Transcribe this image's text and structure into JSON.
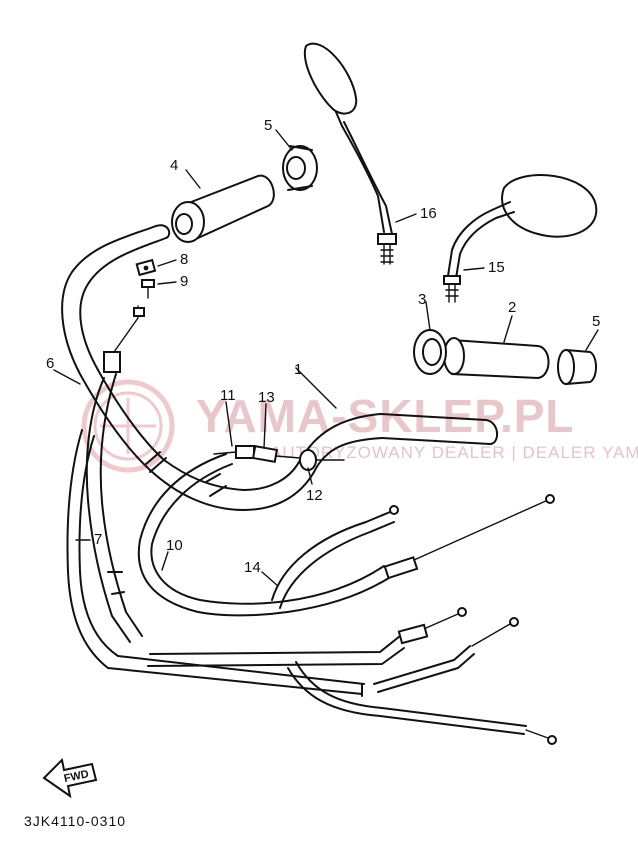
{
  "diagram": {
    "code": "3JK4110-0310",
    "fwd_label": "FWD",
    "watermark": {
      "main": "YAMA-SKLEP.PL",
      "sub": "AUTORYZOWANY DEALER | DEALER YAMAHA"
    },
    "callouts": [
      {
        "id": "1",
        "text": "1"
      },
      {
        "id": "2",
        "text": "2"
      },
      {
        "id": "3",
        "text": "3"
      },
      {
        "id": "4",
        "text": "4"
      },
      {
        "id": "5a",
        "text": "5"
      },
      {
        "id": "5b",
        "text": "5"
      },
      {
        "id": "6",
        "text": "6"
      },
      {
        "id": "7",
        "text": "7"
      },
      {
        "id": "8",
        "text": "8"
      },
      {
        "id": "9",
        "text": "9"
      },
      {
        "id": "10",
        "text": "10"
      },
      {
        "id": "11",
        "text": "11"
      },
      {
        "id": "12",
        "text": "12"
      },
      {
        "id": "13",
        "text": "13"
      },
      {
        "id": "14",
        "text": "14"
      },
      {
        "id": "15",
        "text": "15"
      },
      {
        "id": "16",
        "text": "16"
      }
    ]
  }
}
